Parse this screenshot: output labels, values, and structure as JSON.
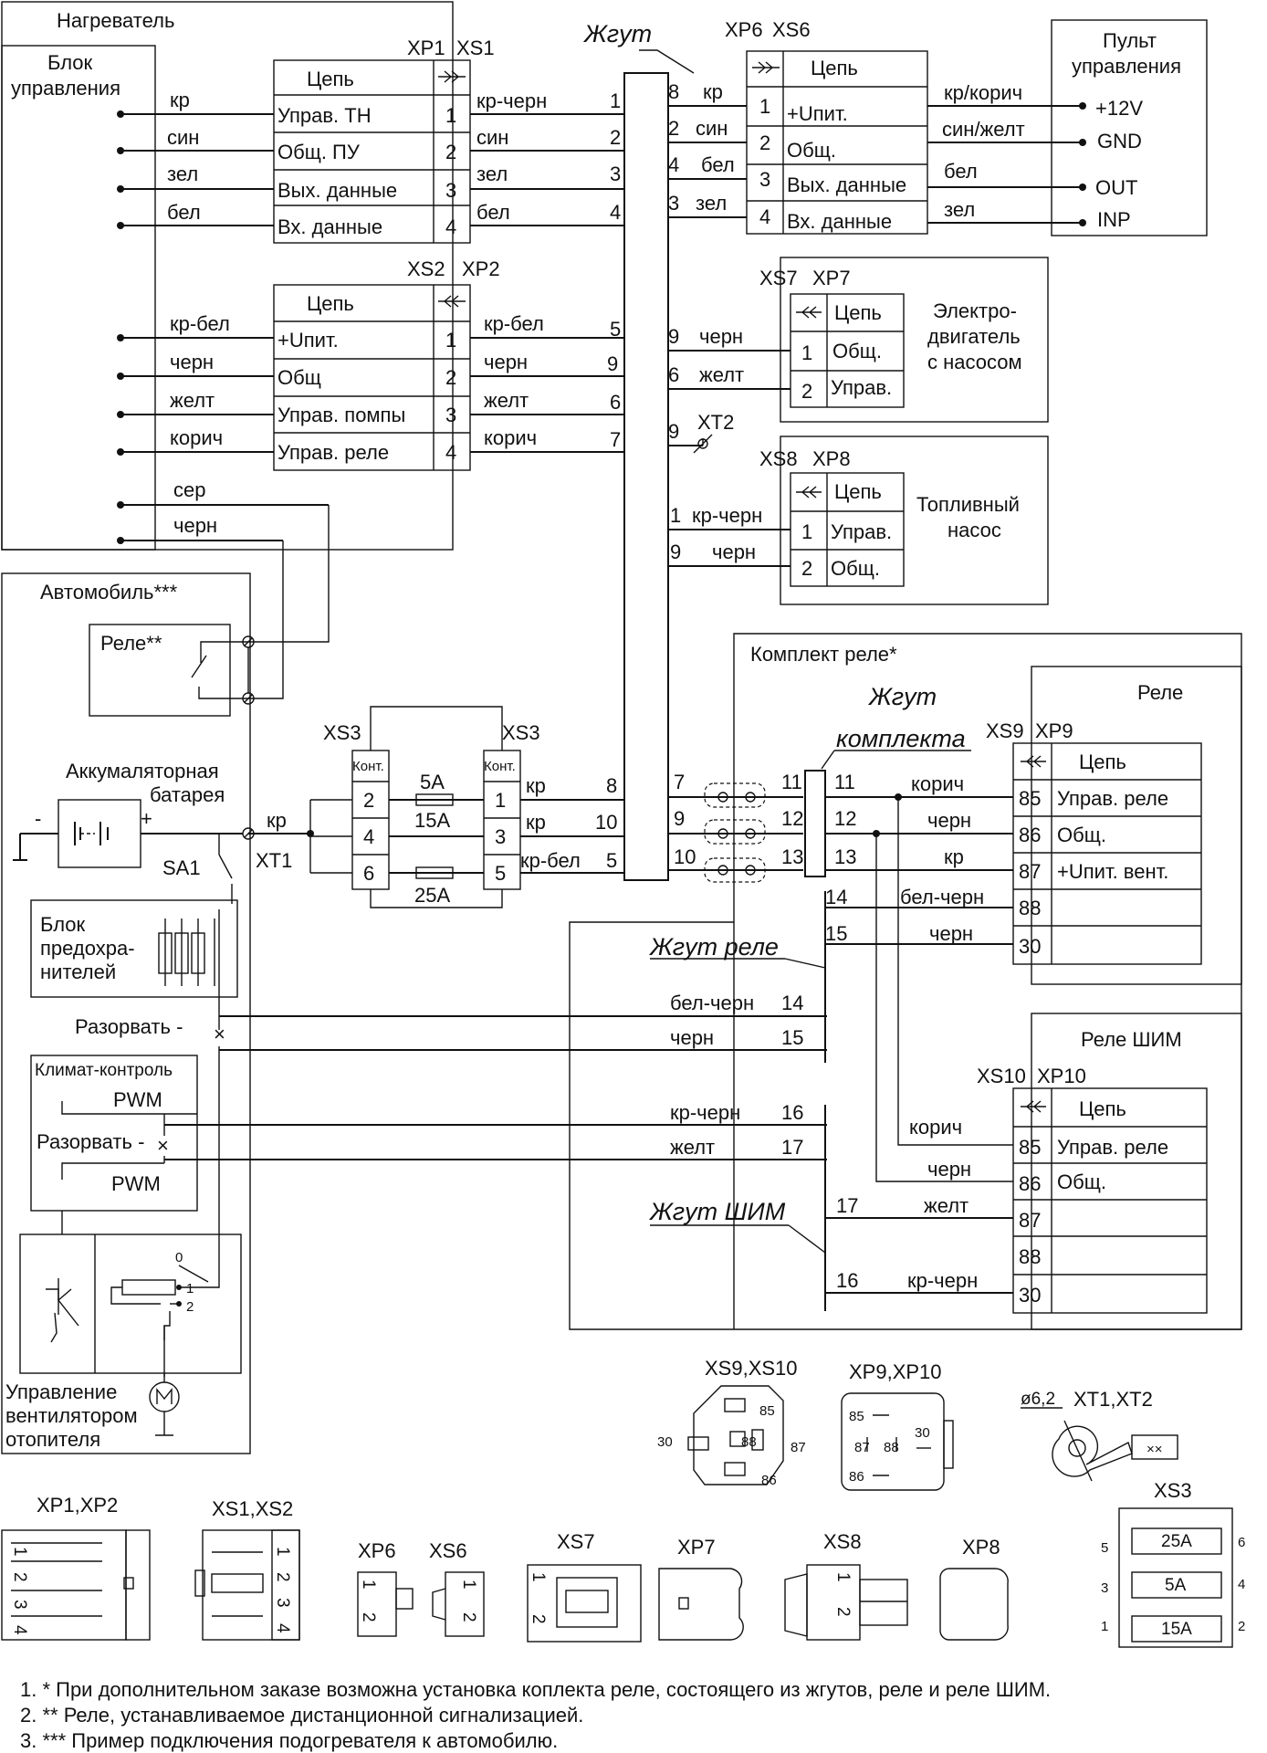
{
  "diagram": {
    "heater": {
      "title": "Нагреватель",
      "control_block": [
        "Блок",
        "управления"
      ]
    },
    "harness_label": "Жгут",
    "conn1": {
      "xp_label": "XP1",
      "xs_label": "XS1",
      "header": "Цепь",
      "rows": [
        {
          "num": "1",
          "circuit": "Управ. ТН",
          "left_wire": "кр",
          "right_wire": "кр-черн",
          "pin": "1"
        },
        {
          "num": "2",
          "circuit": "Общ. ПУ",
          "left_wire": "син",
          "right_wire": "син",
          "pin": "2"
        },
        {
          "num": "3",
          "circuit": "Вых. данные",
          "left_wire": "зел",
          "right_wire": "зел",
          "pin": "3"
        },
        {
          "num": "4",
          "circuit": "Вх. данные",
          "left_wire": "бел",
          "right_wire": "бел",
          "pin": "4"
        }
      ]
    },
    "conn2": {
      "xs_label": "XS2",
      "xp_label": "XP2",
      "header": "Цепь",
      "rows": [
        {
          "num": "1",
          "circuit": "+Uпит.",
          "left_wire": "кр-бел",
          "right_wire": "кр-бел",
          "pin": "5"
        },
        {
          "num": "2",
          "circuit": "Общ",
          "left_wire": "черн",
          "right_wire": "черн",
          "pin": "9"
        },
        {
          "num": "3",
          "circuit": "Управ. помпы",
          "left_wire": "желт",
          "right_wire": "желт",
          "pin": "6"
        },
        {
          "num": "4",
          "circuit": "Управ. реле",
          "left_wire": "корич",
          "right_wire": "корич",
          "pin": "7"
        }
      ]
    },
    "extra_wires": [
      "сер",
      "черн"
    ],
    "conn6": {
      "xp_label": "XP6",
      "xs_label": "XS6",
      "header": "Цепь",
      "rows": [
        {
          "pin": "8",
          "left_wire": "кр",
          "num": "1",
          "circuit": "+Uпит.",
          "right_wire": "кр/корич",
          "terminal": "+12V"
        },
        {
          "pin": "2",
          "left_wire": "син",
          "num": "2",
          "circuit": "Общ.",
          "right_wire": "син/желт",
          "terminal": "GND"
        },
        {
          "pin": "4",
          "left_wire": "бел",
          "num": "3",
          "circuit": "Вых. данные",
          "right_wire": "бел",
          "terminal": "OUT"
        },
        {
          "pin": "3",
          "left_wire": "зел",
          "num": "4",
          "circuit": "Вх. данные",
          "right_wire": "зел",
          "terminal": "INP"
        }
      ]
    },
    "remote": [
      "Пульт",
      "управления"
    ],
    "conn7": {
      "xs_label": "XS7",
      "xp_label": "XP7",
      "header": "Цепь",
      "rows": [
        {
          "pin": "9",
          "wire": "черн",
          "num": "1",
          "circuit": "Общ."
        },
        {
          "pin": "6",
          "wire": "желт",
          "num": "2",
          "circuit": "Управ."
        }
      ],
      "device": [
        "Электро-",
        "двигатель",
        "с насосом"
      ]
    },
    "xt2": {
      "pin": "9",
      "label": "XT2"
    },
    "conn8": {
      "xs_label": "XS8",
      "xp_label": "XP8",
      "header": "Цепь",
      "rows": [
        {
          "pin": "1",
          "wire": "кр-черн",
          "num": "1",
          "circuit": "Управ."
        },
        {
          "pin": "9",
          "wire": "черн",
          "num": "2",
          "circuit": "Общ."
        }
      ],
      "device": [
        "Топливный",
        "насос"
      ]
    },
    "car": {
      "title": "Автомобиль***",
      "relay": "Реле**",
      "battery": [
        "Аккумаляторная",
        "батарея"
      ],
      "minus": "-",
      "plus": "+",
      "sa1": "SA1",
      "xt1": "XT1",
      "kr": "кр",
      "fuse_block": [
        "Блок",
        "предохра-",
        "нителей"
      ],
      "break1": "Разорвать -",
      "climate": "Климат-контроль",
      "pwm": "PWM",
      "break2": "Разорвать -",
      "pwm2": "PWM",
      "fan_control": [
        "Управление",
        "вентилятором",
        "отопителя"
      ],
      "switch_positions": [
        "0",
        "1",
        "2"
      ]
    },
    "xs3": {
      "left_label": "XS3",
      "right_label": "XS3",
      "kont": "Конт.",
      "left_pins": [
        "2",
        "4",
        "6"
      ],
      "right_pins": [
        "1",
        "3",
        "5"
      ],
      "fuses": [
        "5A",
        "15A",
        "25A"
      ],
      "wires": [
        {
          "wire": "кр",
          "pin": "8"
        },
        {
          "wire": "кр",
          "pin": "10"
        },
        {
          "wire": "кр-бел",
          "pin": "5"
        }
      ]
    },
    "relay_kit": {
      "title": "Комплект реле*",
      "harness_kit": "Жгут",
      "harness_kit2": "комплекта",
      "left_pins": [
        "7",
        "9",
        "10"
      ],
      "mid_pins": [
        "11",
        "12",
        "13"
      ],
      "inner_pins": [
        "11",
        "12",
        "13"
      ],
      "wire_relay": [
        "корич",
        "черн",
        "кр"
      ],
      "p14": "14",
      "p15": "15",
      "bel_chern": "бел-черн",
      "chern": "черн",
      "relay_harness": "Жгут реле",
      "pwm_harness": "Жгут ШИМ"
    },
    "relay": {
      "title": "Реле",
      "xs_label": "XS9",
      "xp_label": "XP9",
      "header": "Цепь",
      "rows": [
        {
          "num": "85",
          "circuit": "Управ. реле"
        },
        {
          "num": "86",
          "circuit": "Общ."
        },
        {
          "num": "87",
          "circuit": "+Uпит. вент."
        },
        {
          "num": "88",
          "circuit": ""
        },
        {
          "num": "30",
          "circuit": ""
        }
      ]
    },
    "car_wires": [
      {
        "wire": "бел-черн",
        "pin": "14"
      },
      {
        "wire": "черн",
        "pin": "15"
      },
      {
        "wire": "кр-черн",
        "pin": "16"
      },
      {
        "wire": "желт",
        "pin": "17"
      }
    ],
    "pwm_relay": {
      "title": "Реле ШИМ",
      "xs_label": "XS10",
      "xp_label": "XP10",
      "header": "Цепь",
      "rows": [
        {
          "num": "85",
          "circuit": "Управ. реле"
        },
        {
          "num": "86",
          "circuit": "Общ."
        },
        {
          "num": "87",
          "circuit": ""
        },
        {
          "num": "88",
          "circuit": ""
        },
        {
          "num": "30",
          "circuit": ""
        }
      ],
      "wires": [
        {
          "wire": "корич"
        },
        {
          "wire": "черн"
        },
        {
          "wire": "желт",
          "pin": "17"
        },
        {
          "wire": "кр-черн",
          "pin": "16"
        }
      ]
    },
    "bottom": {
      "xs9_xs10": "XS9,XS10",
      "xp9_xp10": "XP9,XP10",
      "xt1_xt2": "XT1,XT2",
      "diam": "ø6,2",
      "relay_pins": {
        "p85": "85",
        "p86": "86",
        "p87": "87",
        "p88": "88",
        "p30": "30"
      },
      "xp1_xp2": "XP1,XP2",
      "xs1_xs2": "XS1,XS2",
      "xp6": "XP6",
      "xs6": "XS6",
      "xs7": "XS7",
      "xp7": "XP7",
      "xs8": "XS8",
      "xp8": "XP8",
      "xs3": "XS3",
      "conn_pins4": [
        "1",
        "2",
        "3",
        "4"
      ],
      "conn_pins2": [
        "1",
        "2"
      ],
      "xs3_pins_left": [
        "5",
        "3",
        "1"
      ],
      "xs3_pins_right": [
        "6",
        "4",
        "2"
      ],
      "xs3_fuses": [
        "25A",
        "5A",
        "15A"
      ]
    },
    "notes": [
      "1. * При дополнительном заказе возможна установка коплекта реле, состоящего из жгутов, реле и реле ШИМ.",
      "2. ** Реле, устанавливаемое дистанционной сигнализацией.",
      "3. *** Пример подключения подогревателя к автомобилю."
    ]
  }
}
